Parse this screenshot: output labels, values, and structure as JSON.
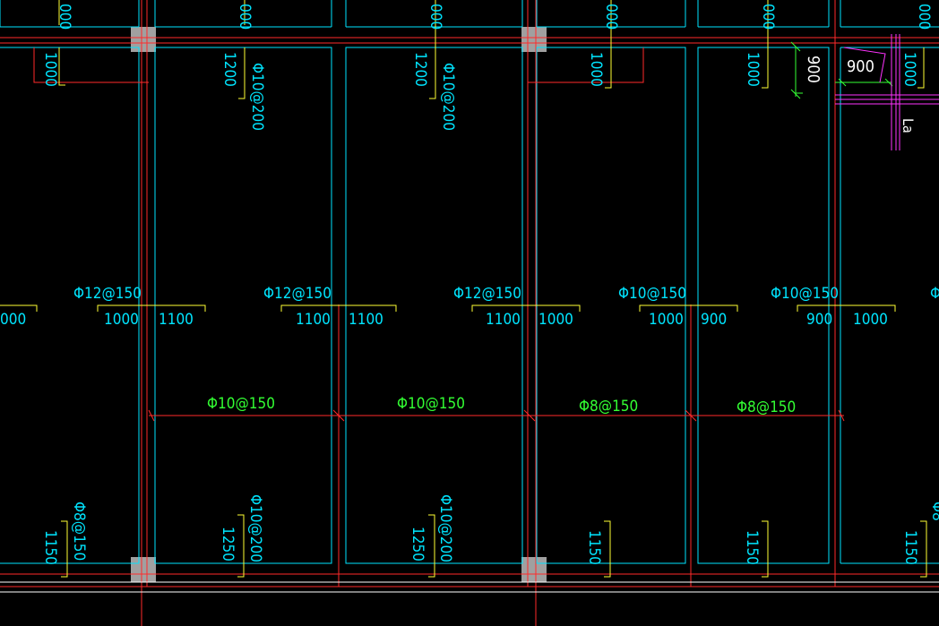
{
  "colors": {
    "background": "#000000",
    "grid_axis": "#ff2a2a",
    "slab_edge": "#00e5ff",
    "bracket": "#ffff33",
    "bottom_bar_text": "#33ff33",
    "column": "#a0a0a0",
    "magenta": "#ff33ff",
    "white": "#ffffff"
  },
  "top_edge_labels": [
    "000",
    "000",
    "000",
    "000",
    "000",
    "000"
  ],
  "top_bars": [
    {
      "length": "1000",
      "spec": ""
    },
    {
      "length": "1200",
      "spec": "Φ10@200"
    },
    {
      "length": "1200",
      "spec": "Φ10@200"
    },
    {
      "length": "1000",
      "spec": ""
    },
    {
      "length": "1000",
      "spec": ""
    },
    {
      "length": "1000",
      "spec": ""
    }
  ],
  "corner_detail": {
    "dim_a": "900",
    "dim_b": "900",
    "anchor_label": "La"
  },
  "mid_bars": [
    {
      "spec": "",
      "left": "000",
      "right": ""
    },
    {
      "spec": "Φ12@150",
      "left": "1000",
      "right": "1100"
    },
    {
      "spec": "Φ12@150",
      "left": "1100",
      "right": "1100"
    },
    {
      "spec": "Φ12@150",
      "left": "1100",
      "right": "1000"
    },
    {
      "spec": "Φ10@150",
      "left": "1000",
      "right": "900"
    },
    {
      "spec": "Φ10@150",
      "left": "900",
      "right": "1000"
    },
    {
      "spec": "Φ",
      "left": "",
      "right": ""
    }
  ],
  "bottom_bars": [
    "Φ10@150",
    "Φ10@150",
    "Φ8@150",
    "Φ8@150"
  ],
  "bottom_supports": [
    {
      "length": "1150",
      "spec": "Φ8@150"
    },
    {
      "length": "1250",
      "spec": "Φ10@200"
    },
    {
      "length": "1250",
      "spec": "Φ10@200"
    },
    {
      "length": "1150",
      "spec": ""
    },
    {
      "length": "1150",
      "spec": ""
    },
    {
      "length": "1150",
      "spec": "Φ8"
    }
  ]
}
